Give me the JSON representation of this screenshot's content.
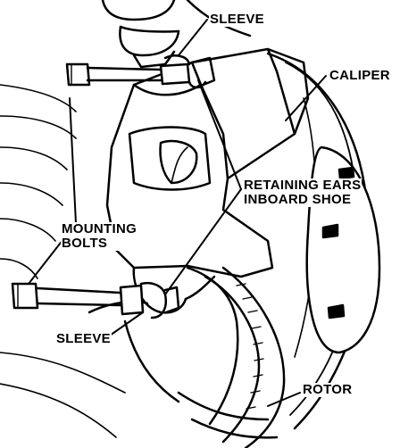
{
  "colors": {
    "ink": "#000000",
    "paper": "#ffffff"
  },
  "labels": {
    "sleeve_top": "SLEEVE",
    "caliper": "CALIPER",
    "retaining_line1": "RETAINING EARS",
    "retaining_line2": "INBOARD SHOE",
    "mounting_line1": "MOUNTING",
    "mounting_line2": "BOLTS",
    "sleeve_bottom": "SLEEVE",
    "rotor": "ROTOR"
  }
}
